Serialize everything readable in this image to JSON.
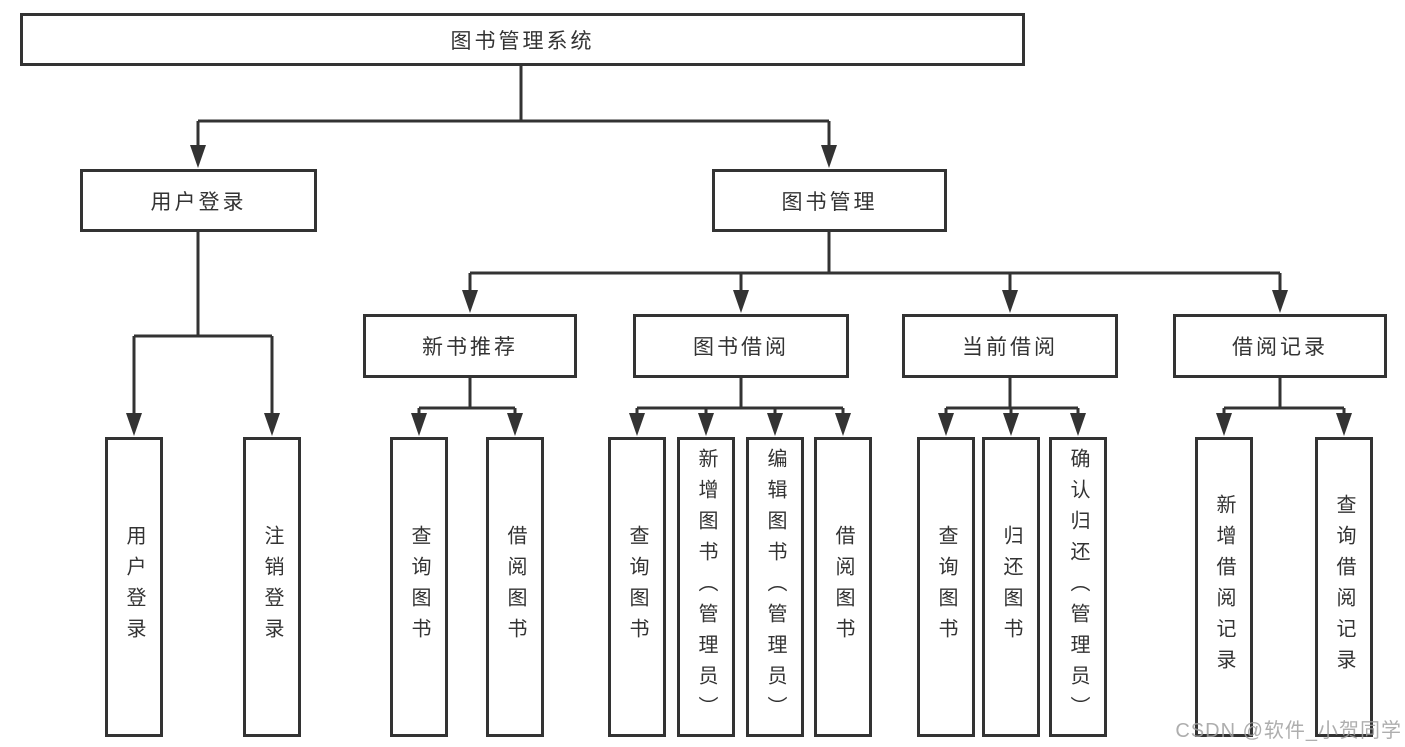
{
  "nodes": {
    "root": "图书管理系统",
    "l2": {
      "userLogin": "用户登录",
      "bookMgmt": "图书管理"
    },
    "l3": {
      "newBooks": "新书推荐",
      "bookBorrow": "图书借阅",
      "currentBorrow": "当前借阅",
      "borrowRecords": "借阅记录"
    },
    "l4": {
      "userLogin": "用户登录",
      "logout": "注销登录",
      "queryBooksA": "查询图书",
      "borrowBooksA": "借阅图书",
      "queryBooksB": "查询图书",
      "addBooksAdmin": "新增图书（管理员）",
      "editBooksAdmin": "编辑图书（管理员）",
      "borrowBooksB": "借阅图书",
      "queryBooksC": "查询图书",
      "returnBooks": "归还图书",
      "confirmReturnAdmin": "确认归还（管理员）",
      "addBorrowRecord": "新增借阅记录",
      "queryBorrowRecord": "查询借阅记录"
    }
  },
  "watermark": "CSDN @软件_小贺同学",
  "colors": {
    "line": "#333333",
    "text": "#333333",
    "watermark": "#a0a0a0",
    "background": "#ffffff"
  }
}
